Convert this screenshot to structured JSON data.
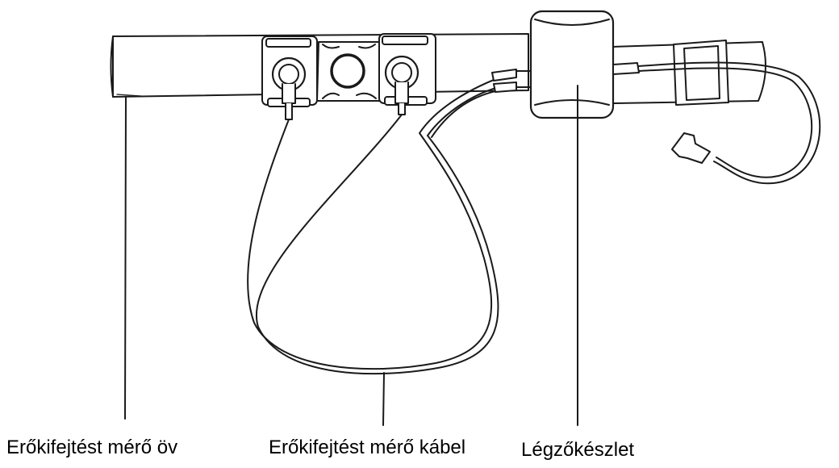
{
  "labels": {
    "belt": "Erőkifejtést mérő öv",
    "cable": "Erőkifejtést mérő kábel",
    "breathing_kit": "Légzőkészlet"
  },
  "colors": {
    "stroke": "#1a1a1a",
    "fill": "#ffffff",
    "text": "#000000"
  }
}
